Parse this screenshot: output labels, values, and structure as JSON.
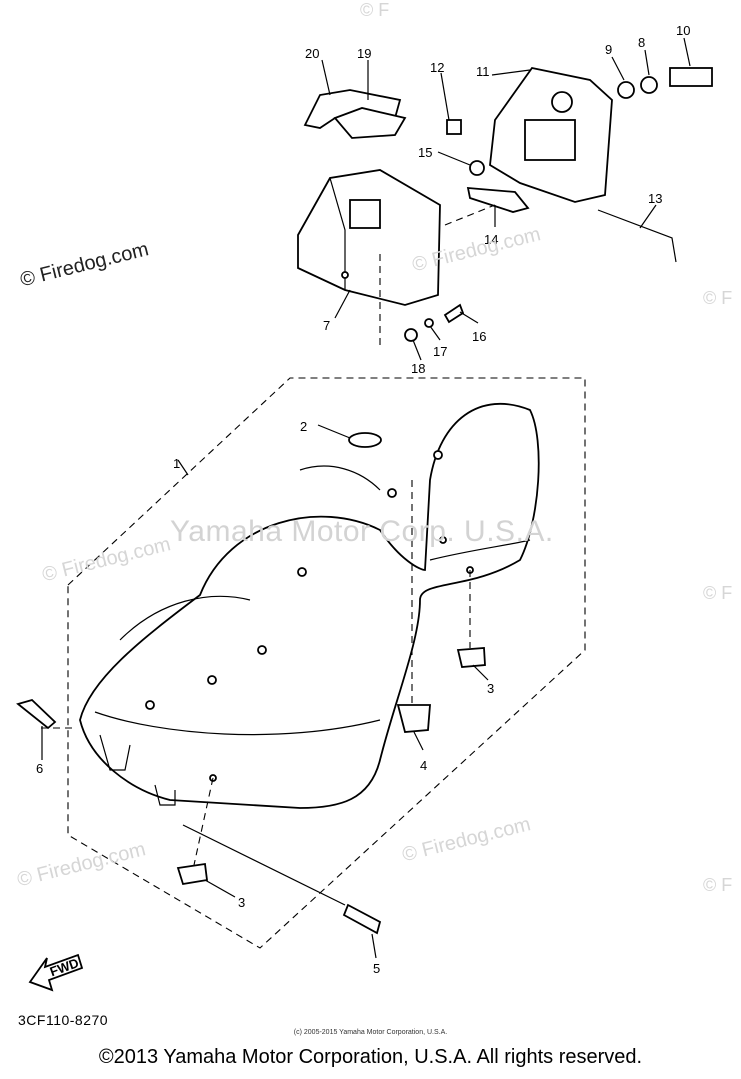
{
  "diagram": {
    "watermarks": {
      "firedog_main": "© Firedog.com",
      "firedog_faint": "© Firedog.com",
      "firedog_corner": "© F",
      "yamaha": "Yamaha Motor Corp. U.S.A."
    },
    "callouts": [
      "1",
      "2",
      "3",
      "3",
      "4",
      "5",
      "6",
      "7",
      "8",
      "9",
      "10",
      "11",
      "12",
      "13",
      "14",
      "15",
      "16",
      "17",
      "18",
      "19",
      "20"
    ],
    "fwd_label": "FWD",
    "drawing_code": "3CF110-8270",
    "small_copyright": "(c) 2005-2015 Yamaha Motor Corporation, U.S.A.",
    "footer": "©2013 Yamaha Motor Corporation, U.S.A. All rights reserved."
  }
}
